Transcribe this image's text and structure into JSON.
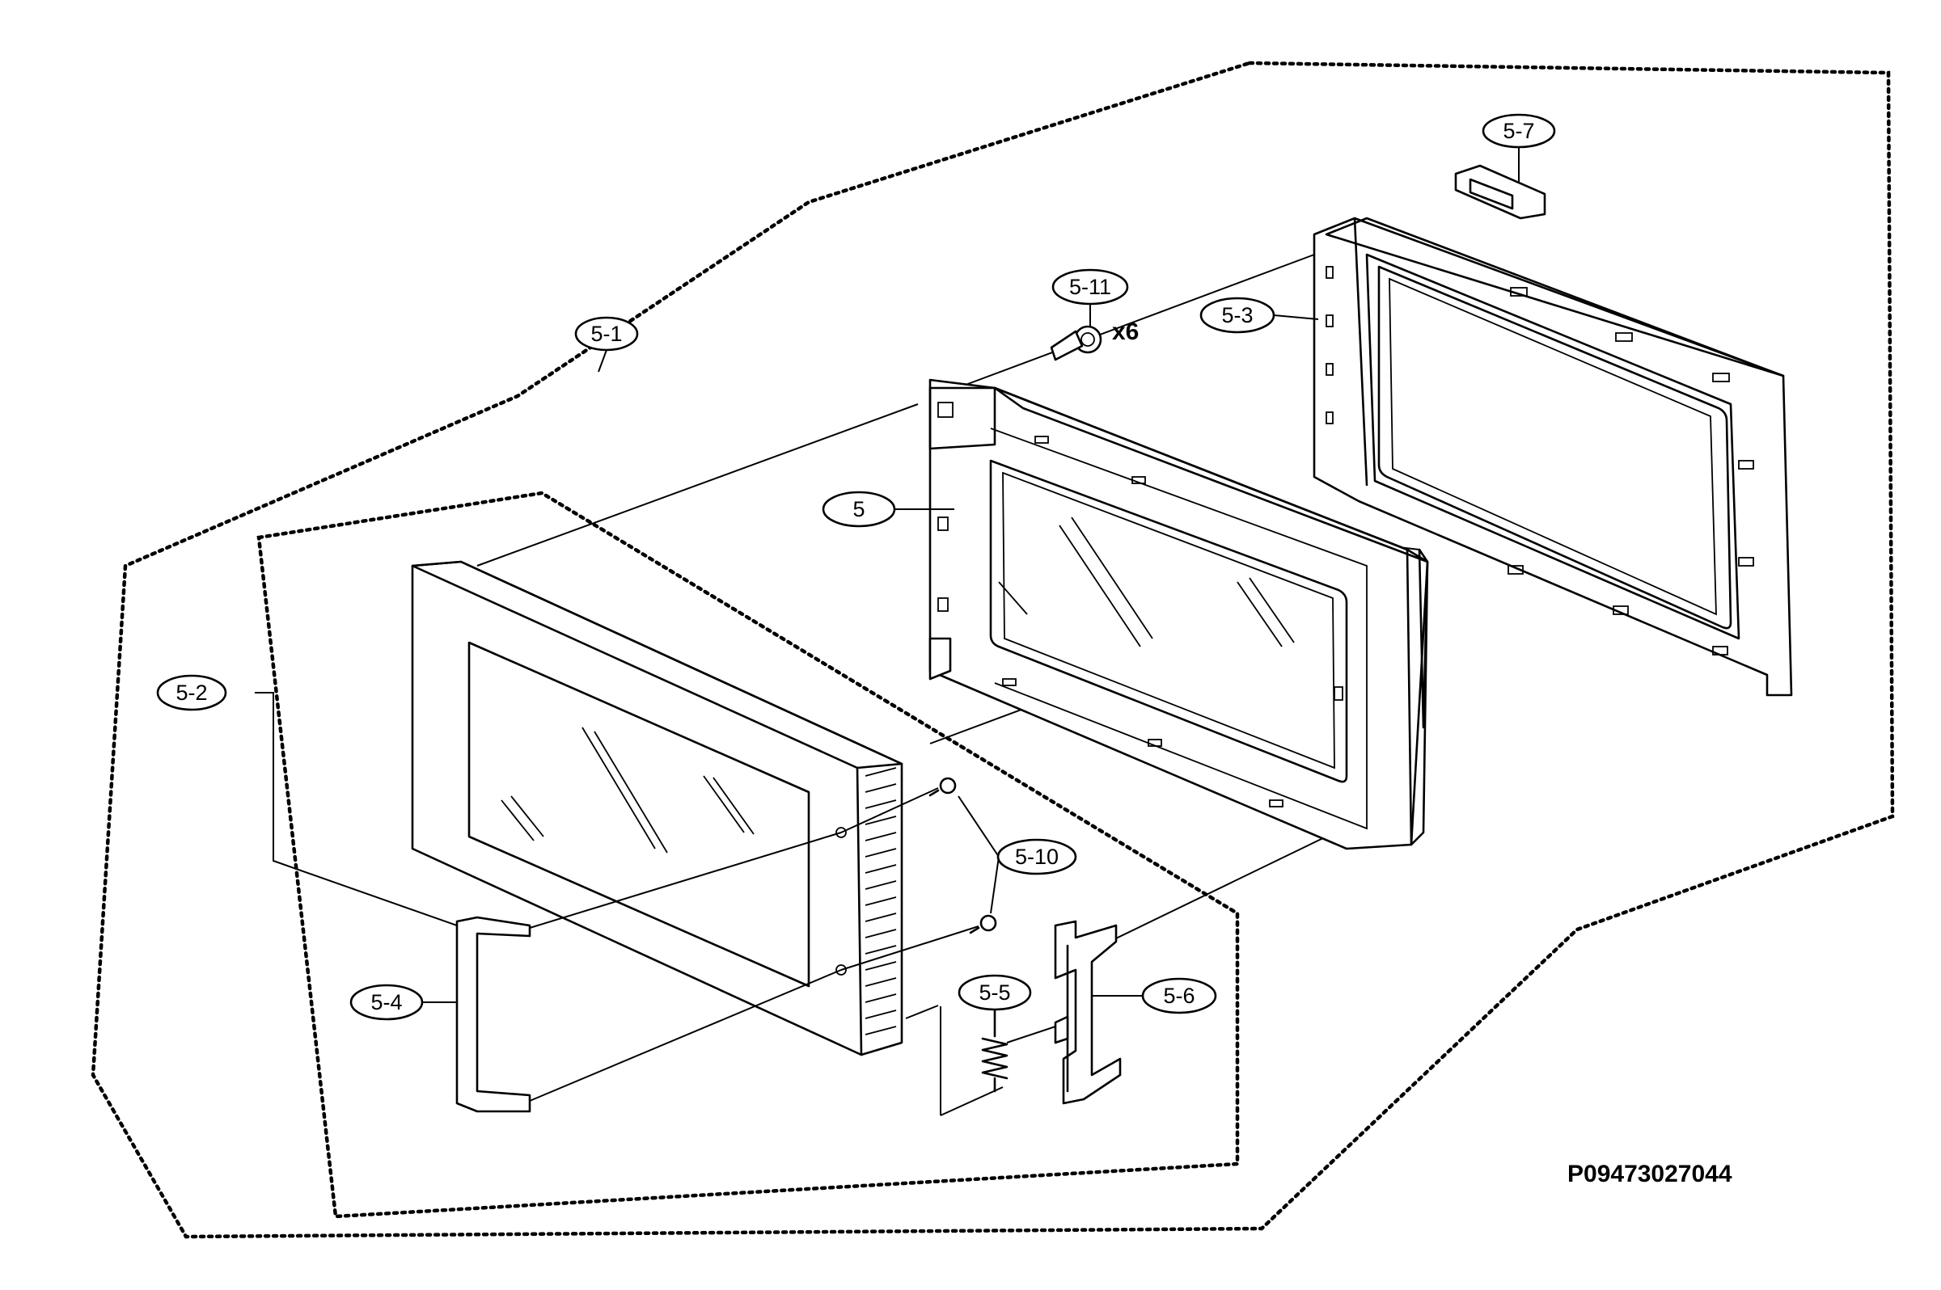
{
  "callouts": {
    "c5": "5",
    "c5_1": "5-1",
    "c5_2": "5-2",
    "c5_3": "5-3",
    "c5_4": "5-4",
    "c5_5": "5-5",
    "c5_6": "5-6",
    "c5_7": "5-7",
    "c5_10": "5-10",
    "c5_11": "5-11"
  },
  "quantity": "x6",
  "drawing_code": "P09473027044"
}
